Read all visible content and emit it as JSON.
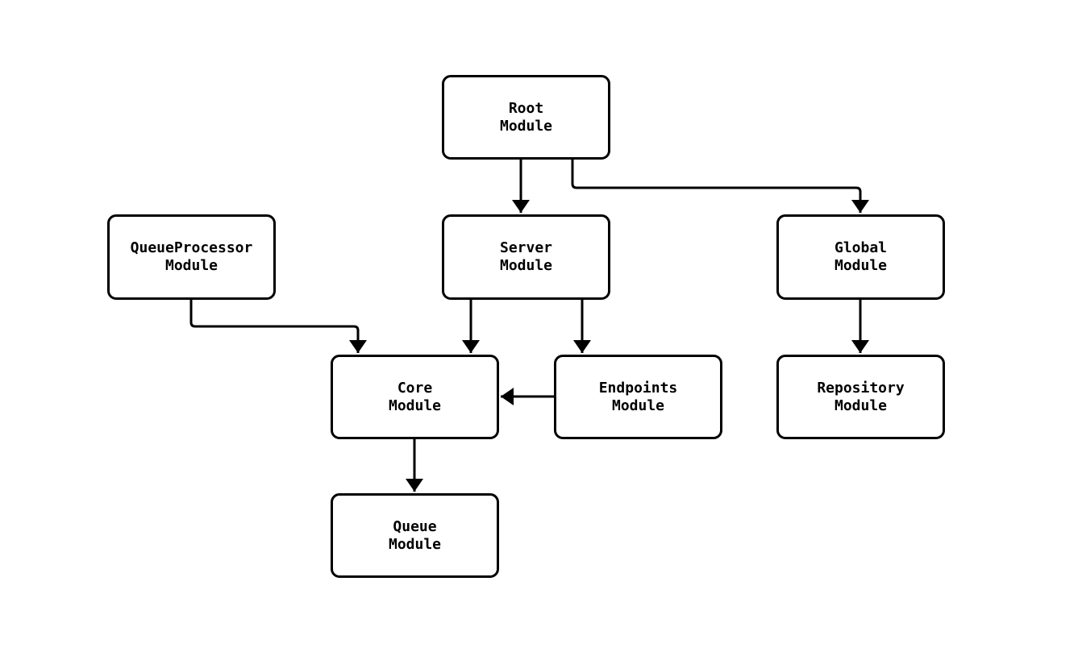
{
  "diagram": {
    "background_color": "#ffffff",
    "stroke_color": "#000000",
    "node_fill_color": "#ffffff",
    "text_color": "#000000",
    "nodes": [
      {
        "id": "root",
        "line1": "Root",
        "line2": "Module"
      },
      {
        "id": "queueprocessor",
        "line1": "QueueProcessor",
        "line2": "Module"
      },
      {
        "id": "server",
        "line1": "Server",
        "line2": "Module"
      },
      {
        "id": "global",
        "line1": "Global",
        "line2": "Module"
      },
      {
        "id": "core",
        "line1": "Core",
        "line2": "Module"
      },
      {
        "id": "endpoints",
        "line1": "Endpoints",
        "line2": "Module"
      },
      {
        "id": "repository",
        "line1": "Repository",
        "line2": "Module"
      },
      {
        "id": "queue",
        "line1": "Queue",
        "line2": "Module"
      }
    ],
    "edges": [
      {
        "from": "root",
        "to": "server"
      },
      {
        "from": "root",
        "to": "global"
      },
      {
        "from": "queueprocessor",
        "to": "core"
      },
      {
        "from": "server",
        "to": "core"
      },
      {
        "from": "server",
        "to": "endpoints"
      },
      {
        "from": "endpoints",
        "to": "core"
      },
      {
        "from": "global",
        "to": "repository"
      },
      {
        "from": "core",
        "to": "queue"
      }
    ]
  }
}
